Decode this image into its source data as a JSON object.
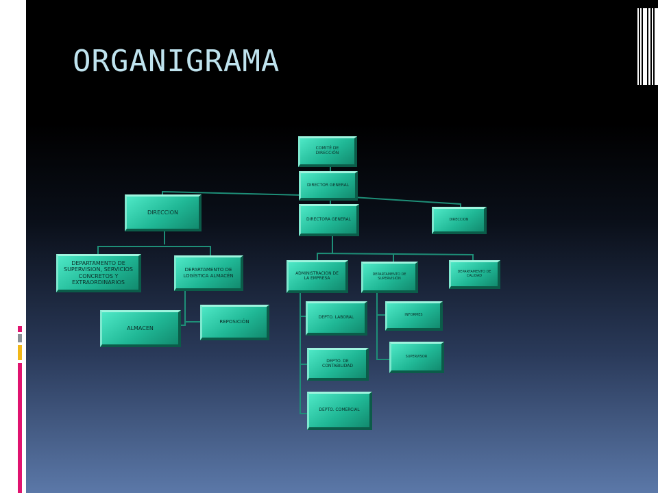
{
  "slide": {
    "title": "ORGANIGRAMA"
  },
  "org_chart": {
    "nodes": {
      "comite": "COMITÉ DE DIRECCIÓN",
      "director_general": "DIRECTOR GENERAL",
      "direccion_left": "DIRECCION",
      "directora_general": "DIRECTORA GENERAL",
      "direccion_right": "DIRECCION",
      "depto_supervision_servicios": "DEPARTAMENTO DE SUPERVISION, SERVICIOS CONCRETOS Y EXTRAORDINARIOS",
      "depto_logistica": "DEPARTAMENTO DE LOGÍSTICA ALMACÉN",
      "almacen": "ALMACEN",
      "reposicion": "REPOSICIÓN",
      "administracion": "ADMINISTRACION DE LA EMPRESA",
      "depto_supervision": "DEPARTAMENTO DE SUPERVISIÓN",
      "depto_calidad": "DEPARTAMENTO DE CALIDAD",
      "depto_laboral": "DEPTO. LABORAL",
      "depto_contabilidad": "DEPTO. DE CONTABILIDAD",
      "depto_comercial": "DEPTO. COMERCIAL",
      "informes": "INFORMES",
      "supervisor": "SUPERVISOR"
    }
  },
  "colors": {
    "node_fill": "#20b896",
    "title_color": "#bfe3ee",
    "accent_pink": "#e0136f",
    "accent_gray": "#8a9096",
    "accent_yellow": "#f1b718"
  }
}
